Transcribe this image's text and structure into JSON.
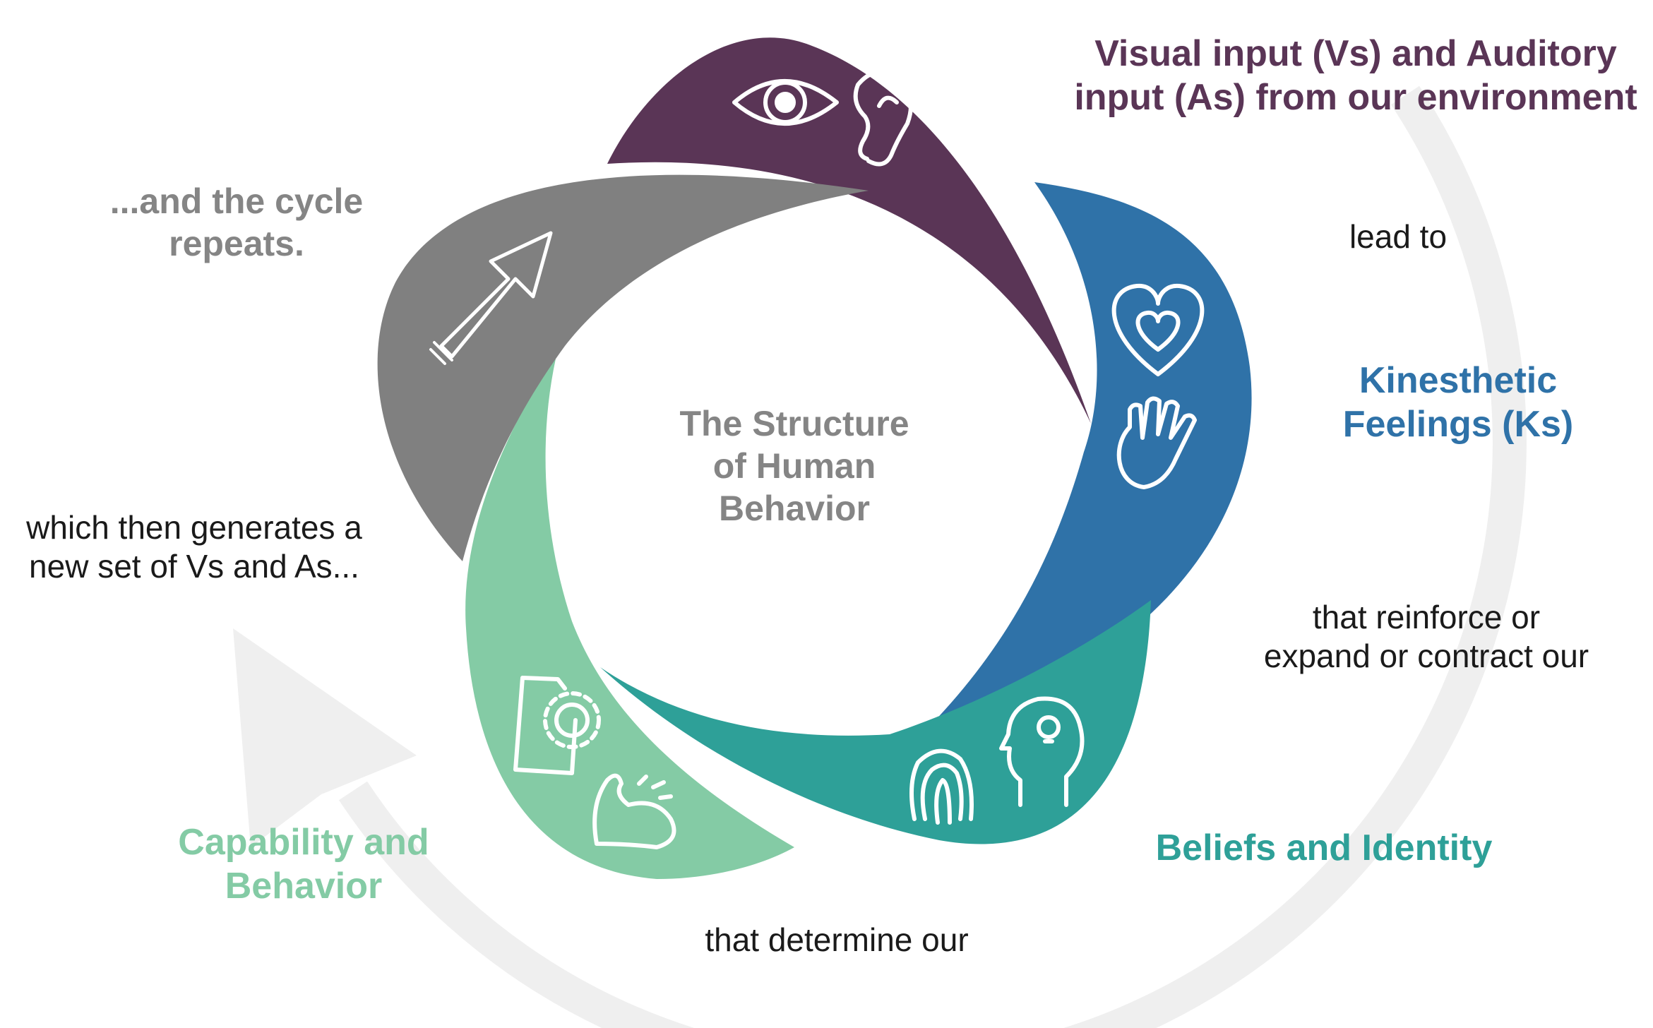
{
  "center_title": [
    "The Structure",
    "of Human",
    "Behavior"
  ],
  "stages": [
    {
      "id": "vs-as",
      "label": [
        "Visual input (Vs) and Auditory",
        "input (As) from our environment"
      ],
      "color": "#5a3556",
      "icons": [
        "eye-icon",
        "ear-icon"
      ]
    },
    {
      "id": "ks",
      "label": [
        "Kinesthetic",
        "Feelings (Ks)"
      ],
      "color": "#2f72a8",
      "icons": [
        "heart-icon",
        "hand-icon"
      ]
    },
    {
      "id": "beliefs",
      "label": [
        "Beliefs and Identity"
      ],
      "color": "#2ea098",
      "icons": [
        "fingerprint-icon",
        "head-lightbulb-icon"
      ]
    },
    {
      "id": "capability",
      "label": [
        "Capability and",
        "Behavior"
      ],
      "color": "#84cba5",
      "icons": [
        "document-gear-icon",
        "flexed-arm-icon"
      ]
    },
    {
      "id": "cycle",
      "label": [
        "...and the cycle",
        "repeats."
      ],
      "color": "#808080",
      "icons": [
        "arrow-up-right-icon"
      ]
    }
  ],
  "connectors": {
    "lead_to": [
      "lead to"
    ],
    "reinforce": [
      "that reinforce or",
      "expand or contract our"
    ],
    "determine": [
      "that determine our"
    ],
    "generates": [
      "which then generates a",
      "new set of Vs and As..."
    ]
  },
  "colors": {
    "center_text": "#858585",
    "connector_text": "#1a1a1a",
    "outer_arrow": "#efefef"
  }
}
